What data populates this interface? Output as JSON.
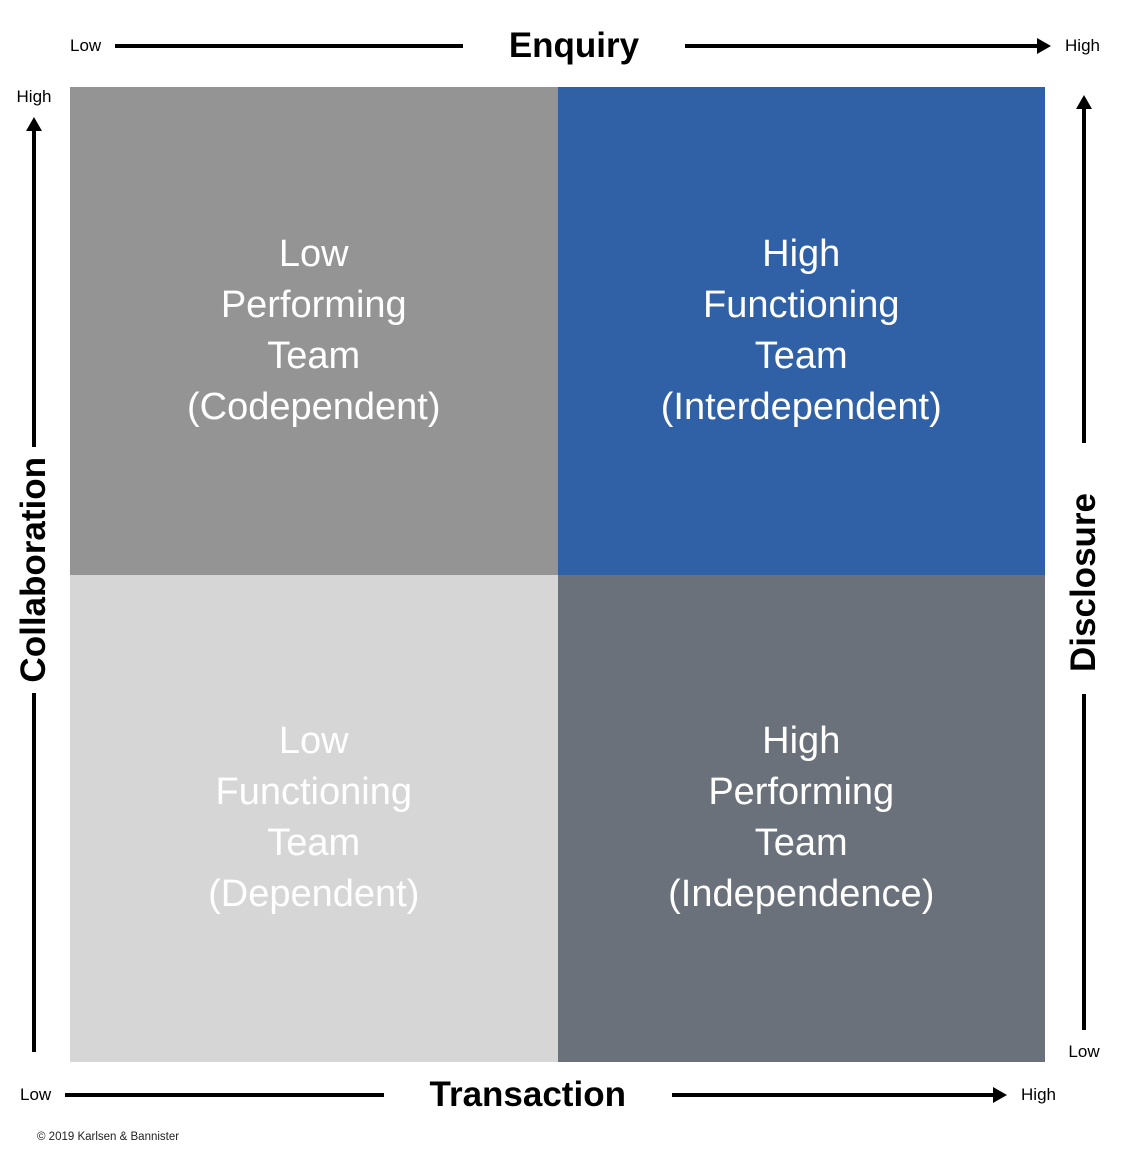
{
  "diagram": {
    "axes": {
      "top": {
        "title": "Enquiry",
        "low_label": "Low",
        "high_label": "High"
      },
      "bottom": {
        "title": "Transaction",
        "low_label": "Low",
        "high_label": "High"
      },
      "left": {
        "title": "Collaboration",
        "high_label": "High"
      },
      "right": {
        "title": "Disclosure",
        "low_label": "Low"
      }
    },
    "quadrants": {
      "top_left": {
        "lines": [
          "Low",
          "Performing",
          "Team",
          "(Codependent)"
        ],
        "color": "#949494"
      },
      "top_right": {
        "lines": [
          "High",
          "Functioning",
          "Team",
          "(Interdependent)"
        ],
        "color": "#3061A6"
      },
      "bottom_left": {
        "lines": [
          "Low",
          "Functioning",
          "Team",
          "(Dependent)"
        ],
        "color": "#D6D6D6"
      },
      "bottom_right": {
        "lines": [
          "High",
          "Performing",
          "Team",
          "(Independence)"
        ],
        "color": "#6A717A"
      }
    },
    "colors": {
      "axis": "#000000",
      "quadrant_text": "#FFFFFF",
      "background": "#FFFFFF"
    },
    "footer": {
      "copyright": "© 2019 Karlsen & Bannister"
    }
  }
}
